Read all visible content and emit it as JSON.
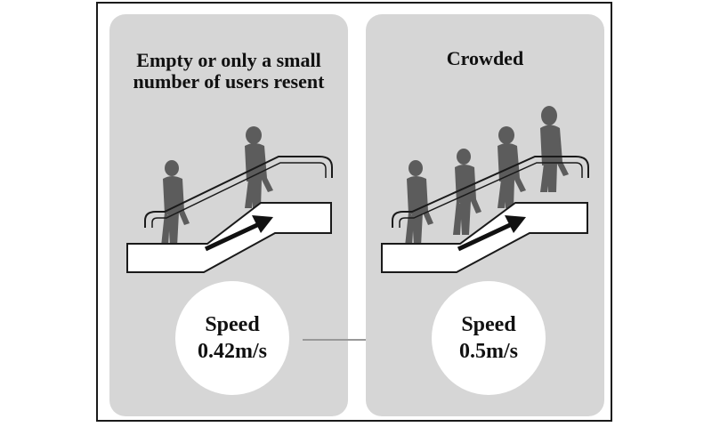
{
  "left_panel": {
    "heading": "Empty or only a small number of users resent",
    "speed_label": "Speed",
    "speed_value": "0.42m/s"
  },
  "right_panel": {
    "heading": "Crowded",
    "speed_label": "Speed",
    "speed_value": "0.5m/s"
  },
  "colors": {
    "panel_bg": "#d6d6d6",
    "silhouette": "#5c5c5c",
    "flow_arrow": "#999999",
    "direction_arrow": "#111111"
  }
}
